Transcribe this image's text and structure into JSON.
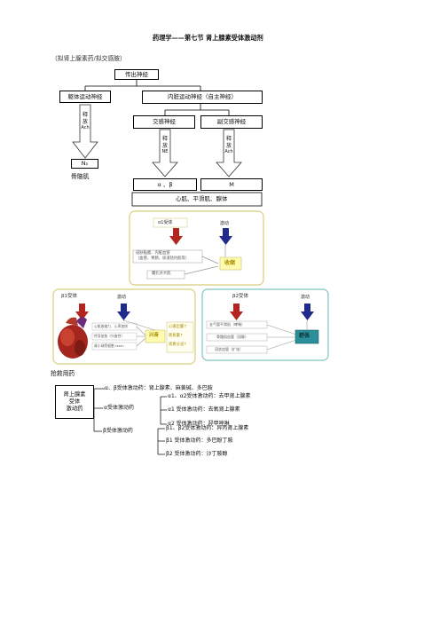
{
  "title": "药理学——第七节   肾上腺素受体激动剂",
  "subtitle": "（拟肾上腺素药/拟交感胺）",
  "flow": {
    "efferent": "传出神经",
    "somatic": "躯体运动神经",
    "autonomic": "内脏运动神经（自主神经）",
    "sympathetic": "交感神经",
    "parasympathetic": "副交感神经",
    "release_label": "释",
    "release_label2": "放",
    "ach": "Ach",
    "ne": "NE",
    "n2": "N₂",
    "skeletal": "骨骼肌",
    "alpha_beta": "α 、β",
    "m": "M",
    "targets": "心肌、平滑肌、腺体"
  },
  "panel_alpha": {
    "receptor": "α1受体",
    "effect": "激动",
    "item1": "皮肤黏膜、内脏血管",
    "item2": "（血管、胃肠、尿道括约肌等）",
    "item3": "瞳孔开大肌",
    "result": "收缩"
  },
  "panel_beta1": {
    "receptor": "β1受体",
    "effect": "激动",
    "item1": "心肌收缩力、心率加快",
    "item2": "传导加快（兴奋性）",
    "item3": "肾小球旁细胞 renin",
    "result": "兴奋",
    "side1": "心输出量↑",
    "side2": "耗氧量↑",
    "side3": "肾素分泌↑"
  },
  "panel_beta2": {
    "receptor": "β2受体",
    "effect": "激动",
    "item1": "支气管平滑肌（哮喘）",
    "item2": "骨骼肌血管（冠脉）",
    "item3": "冠状血管（扩张）",
    "result": "舒张"
  },
  "rescue": "抢救用药",
  "tree": {
    "root_line1": "肾上腺素",
    "root_line2": "受体",
    "root_line3": "激动药",
    "ab": "α、β受体激动药：肾上腺素、麻黄碱、多巴胺",
    "a": "α受体激动药",
    "a_items": [
      "α1、α2受体激动药：去甲肾上腺素",
      "α1 受体激动药：去氧肾上腺素",
      "α2 受体激动药：羟甲唑啉"
    ],
    "b": "β受体激动药",
    "b_items": [
      "β1、β2受体激动药：异丙肾上腺素",
      "β1 受体激动药：多巴酚丁胺",
      "β2 受体激动药：沙丁胺醇"
    ]
  },
  "colors": {
    "red_arrow": "#b3251f",
    "blue_arrow": "#1f2a8a",
    "alpha_border": "#d8cf7a",
    "beta_border": "#7fc3c6",
    "yellow_result": "#fffbb0",
    "teal_result": "#2a8f98"
  }
}
